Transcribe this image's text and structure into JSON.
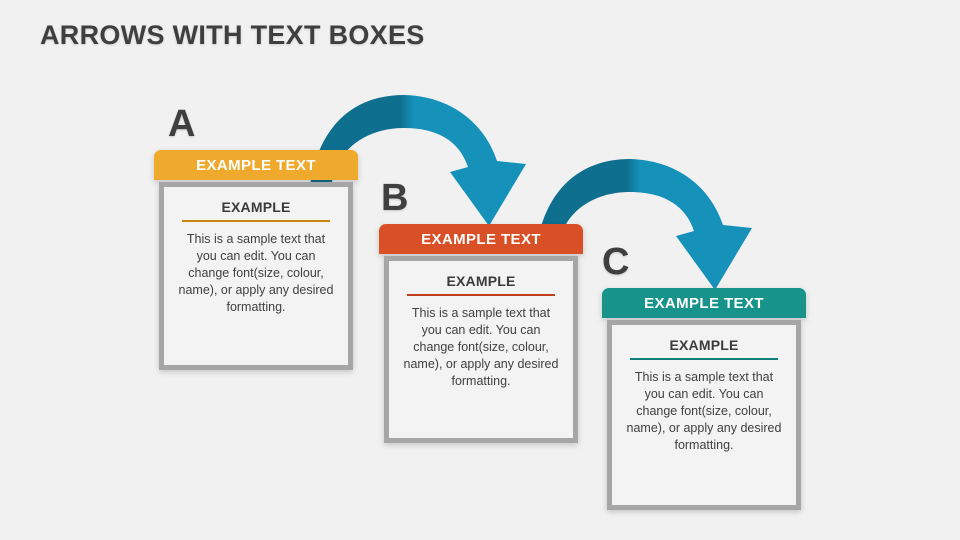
{
  "slide": {
    "title": "ARROWS WITH TEXT BOXES",
    "background_color": "#F1F1F1",
    "title_color": "#3F3F3F"
  },
  "arrows": {
    "dark_color": "#0E6F8F",
    "light_color": "#1591BA"
  },
  "boxes": [
    {
      "letter": "A",
      "header_label": "EXAMPLE TEXT",
      "body_title": "EXAMPLE",
      "body_text": "This is a sample text that you can edit. You can change font(size, colour, name), or apply any desired formatting.",
      "header_color": "#EFA92C",
      "divider_color": "#C8860D"
    },
    {
      "letter": "B",
      "header_label": "EXAMPLE TEXT",
      "body_title": "EXAMPLE",
      "body_text": "This is a sample text that you can edit. You can change font(size, colour, name), or apply any desired formatting.",
      "header_color": "#D94F26",
      "divider_color": "#C13E1D"
    },
    {
      "letter": "C",
      "header_label": "EXAMPLE TEXT",
      "body_title": "EXAMPLE",
      "body_text": "This is a sample text that you can edit. You can change font(size, colour, name), or apply any desired formatting.",
      "header_color": "#17938C",
      "divider_color": "#107F78"
    }
  ]
}
